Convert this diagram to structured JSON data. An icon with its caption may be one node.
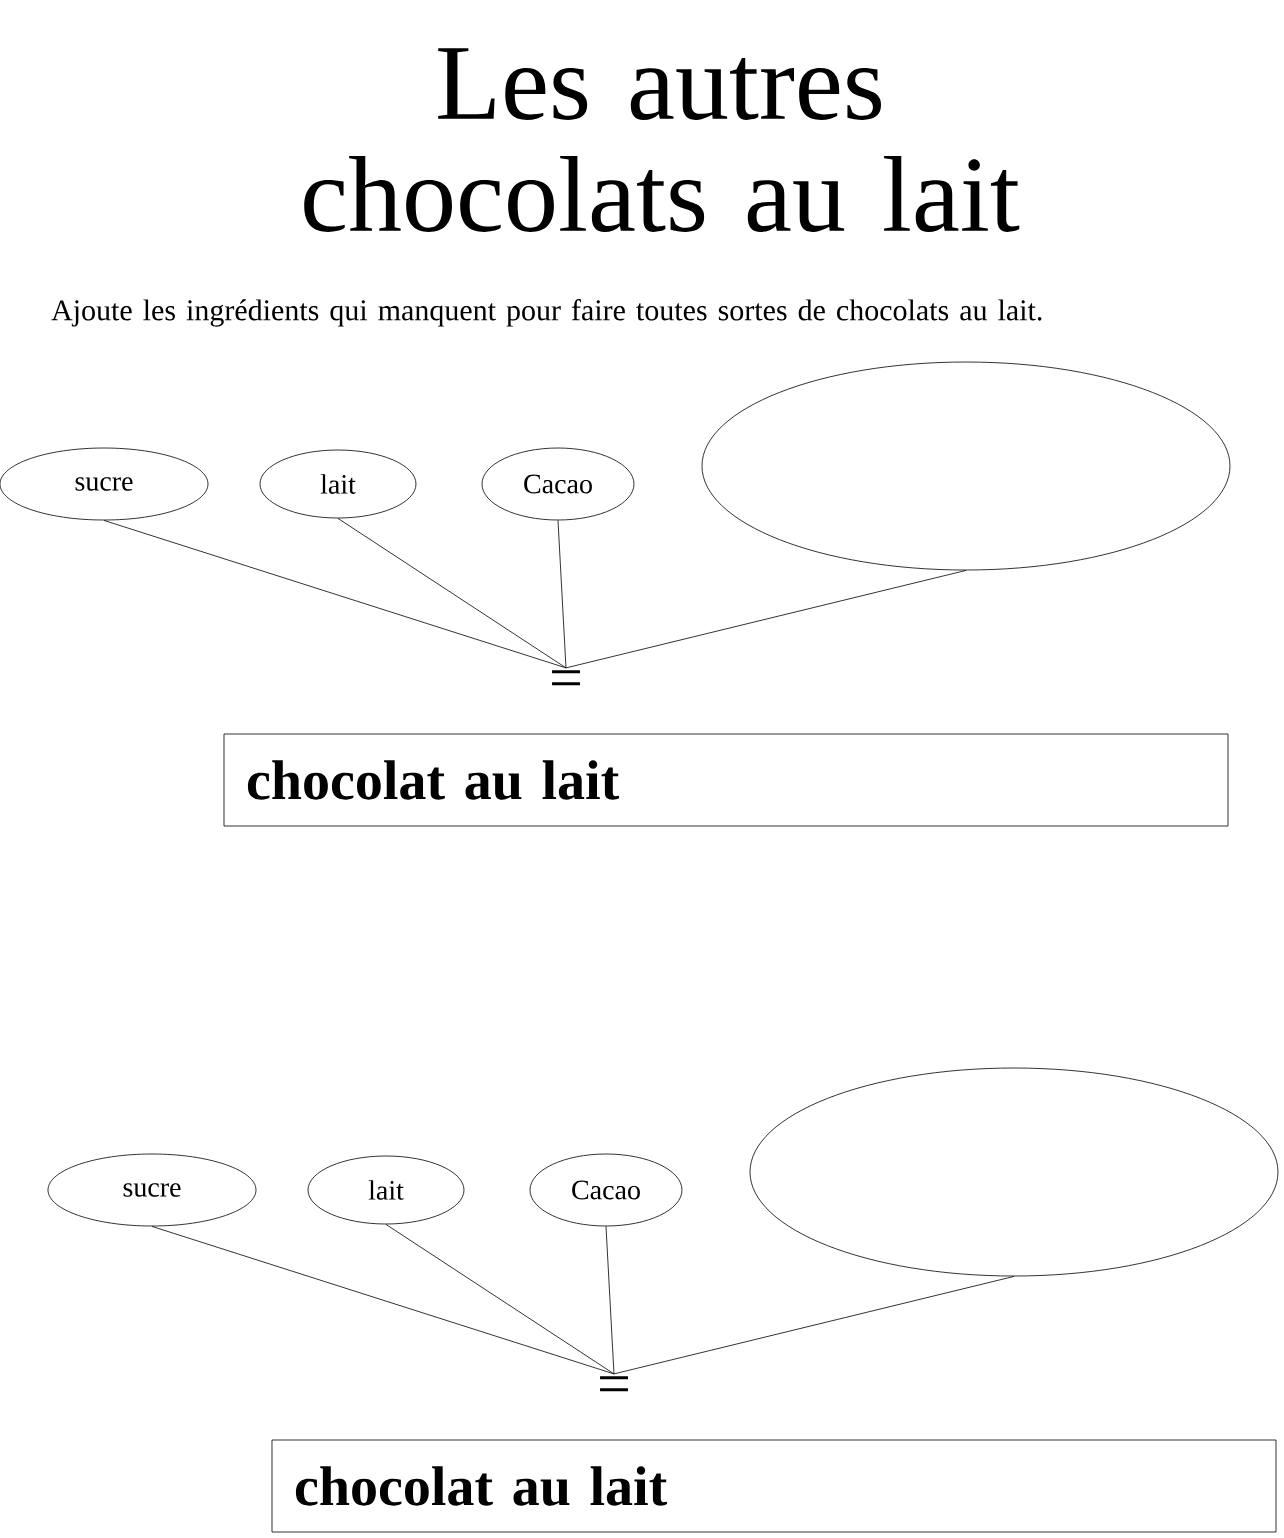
{
  "diagram": {
    "title": "Les autres chocolats au lait",
    "nodes": [
      {
        "text": [
          "sucre"
        ]
      },
      {
        "text": [
          "lait"
        ]
      },
      {
        "text": [
          "Cacao"
        ]
      },
      {
        "text": [],
        "shape": "ellipse"
      },
      {
        "text": [
          "="
        ]
      },
      {
        "text": [
          "chocolat au lait"
        ]
      },
      {
        "text": [
          "sucre"
        ]
      },
      {
        "text": [
          "lait"
        ]
      },
      {
        "text": [
          "Cacao"
        ]
      },
      {
        "text": [],
        "shape": "ellipse"
      },
      {
        "text": [
          "="
        ]
      },
      {
        "text": [
          "chocolat au lait"
        ]
      }
    ],
    "edges": [
      {
        "from": 0,
        "to": 4,
        "arrow": "none"
      },
      {
        "from": 1,
        "to": 4,
        "arrow": "none"
      },
      {
        "from": 2,
        "to": 4,
        "arrow": "none"
      },
      {
        "from": 3,
        "to": 4,
        "arrow": "none"
      },
      {
        "from": 6,
        "to": 10,
        "arrow": "none"
      },
      {
        "from": 7,
        "to": 10,
        "arrow": "none"
      },
      {
        "from": 8,
        "to": 10,
        "arrow": "none"
      },
      {
        "from": 9,
        "to": 10,
        "arrow": "none"
      }
    ],
    "labels": [
      "Ajoute les ingrédients qui manquent pour faire toutes sortes de chocolats au lait."
    ]
  }
}
